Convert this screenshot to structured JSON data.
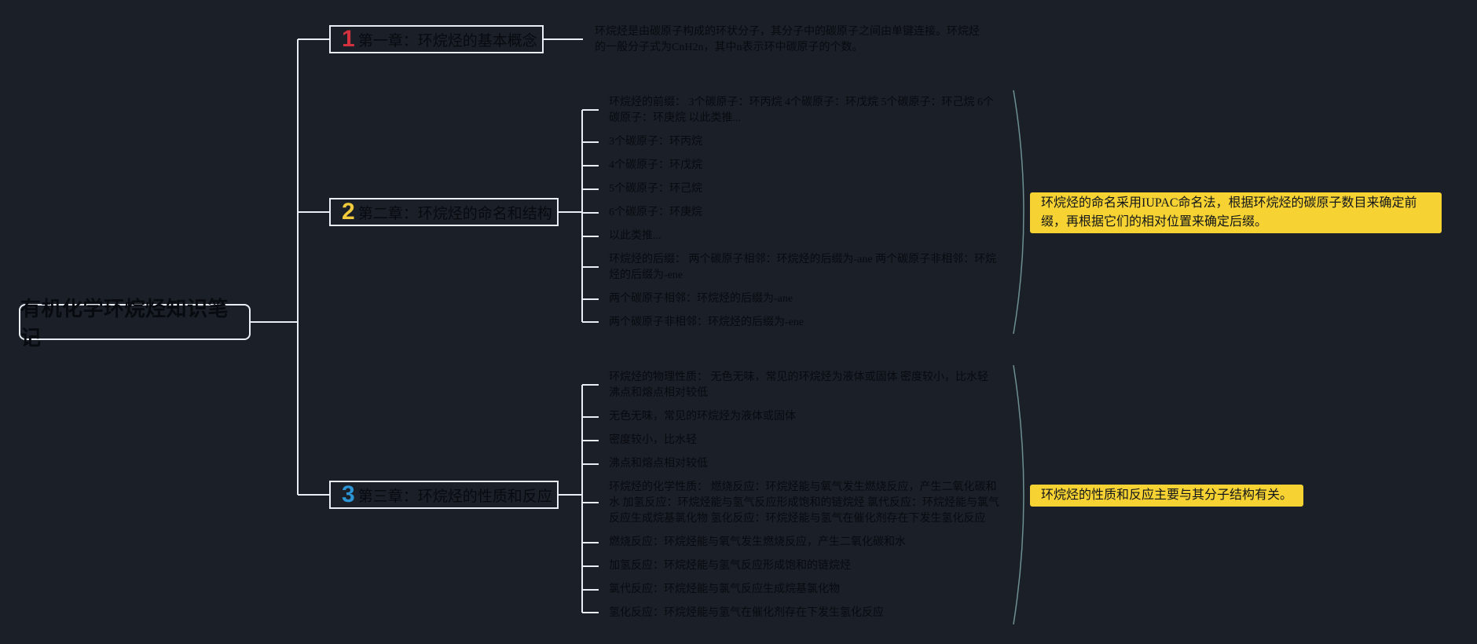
{
  "root": {
    "label": "有机化学环烷烃知识笔记"
  },
  "chapters": [
    {
      "number": "1",
      "label": "第一章：环烷烃的基本概念",
      "number_color": "#d4313f",
      "leaves": [
        "环烷烃是由碳原子构成的环状分子，其分子中的碳原子之间由单键连接。环烷烃的一般分子式为CnH2n，其中n表示环中碳原子的个数。"
      ]
    },
    {
      "number": "2",
      "label": "第二章：环烷烃的命名和结构",
      "number_color": "#f2cb3c",
      "leaves": [
        "环烷烃的前缀： 3个碳原子：环丙烷 4个碳原子：环戊烷 5个碳原子：环己烷 6个碳原子：环庚烷 以此类推...",
        "3个碳原子：环丙烷",
        "4个碳原子：环戊烷",
        "5个碳原子：环己烷",
        "6个碳原子：环庚烷",
        "以此类推...",
        "环烷烃的后缀： 两个碳原子相邻：环烷烃的后缀为-ane 两个碳原子非相邻：环烷烃的后缀为-ene",
        "两个碳原子相邻：环烷烃的后缀为-ane",
        "两个碳原子非相邻：环烷烃的后缀为-ene"
      ],
      "note": "环烷烃的命名采用IUPAC命名法，根据环烷烃的碳原子数目来确定前缀，再根据它们的相对位置来确定后缀。"
    },
    {
      "number": "3",
      "label": "第三章：环烷烃的性质和反应",
      "number_color": "#2d95d6",
      "leaves": [
        "环烷烃的物理性质： 无色无味，常见的环烷烃为液体或固体 密度较小，比水轻 沸点和熔点相对较低",
        "无色无味，常见的环烷烃为液体或固体",
        "密度较小，比水轻",
        "沸点和熔点相对较低",
        "环烷烃的化学性质： 燃烧反应：环烷烃能与氧气发生燃烧反应，产生二氧化碳和水 加氢反应：环烷烃能与氢气反应形成饱和的链烷烃 氯代反应：环烷烃能与氯气反应生成烷基氯化物 氢化反应：环烷烃能与氢气在催化剂存在下发生氢化反应",
        "燃烧反应：环烷烃能与氧气发生燃烧反应，产生二氧化碳和水",
        "加氢反应：环烷烃能与氢气反应形成饱和的链烷烃",
        "氯代反应：环烷烃能与氯气反应生成烷基氯化物",
        "氢化反应：环烷烃能与氢气在催化剂存在下发生氢化反应"
      ],
      "note": "环烷烃的性质和反应主要与其分子结构有关。"
    }
  ],
  "colors": {
    "background": "#1b2028",
    "line": "#e9eef5",
    "brace": "#6d8f93",
    "note_bg": "#f6d233",
    "text_dark": "#070a0f"
  }
}
